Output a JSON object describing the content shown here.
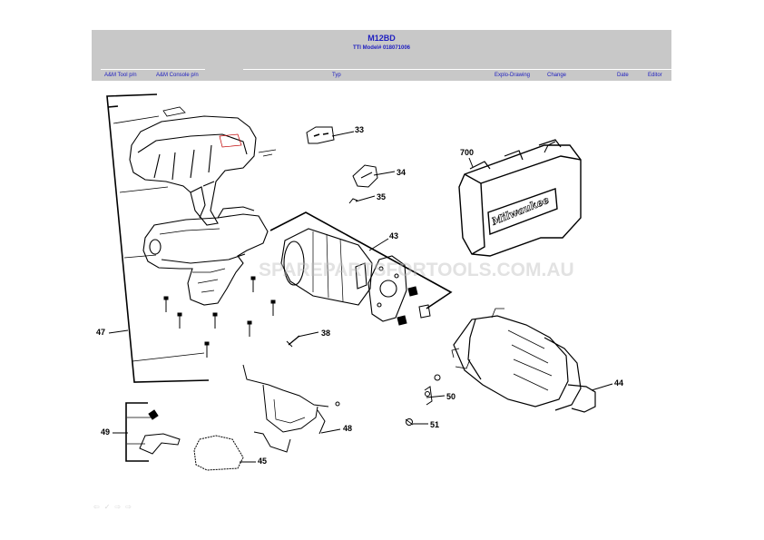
{
  "header": {
    "title": "M12BD",
    "subtitle": "TTI Model# 018071006",
    "columns": {
      "am_tool": "A&M Tool p/n",
      "am_console": "A&M Console p/n",
      "typ": "Typ",
      "explo": "Explo-Drawing",
      "change": "Change",
      "date": "Date",
      "editor": "Editor"
    }
  },
  "watermark": "SPAREPARTSFORTOOLS.COM.AU",
  "callouts": {
    "p33": "33",
    "p34": "34",
    "p35": "35",
    "p43": "43",
    "p700": "700",
    "p47": "47",
    "p38": "38",
    "p44": "44",
    "p50": "50",
    "p51": "51",
    "p49": "49",
    "p48": "48",
    "p45": "45"
  },
  "case_brand": "Milwaukee",
  "footer_icons": [
    "first-icon",
    "prev-icon",
    "next-icon",
    "last-icon"
  ]
}
